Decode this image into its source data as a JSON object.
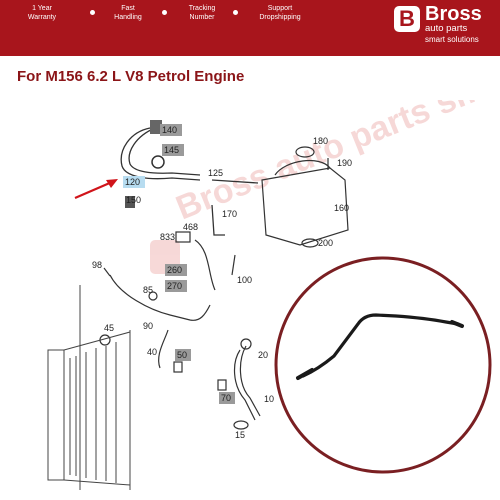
{
  "header": {
    "features": [
      {
        "line1": "1 Year",
        "line2": "Warranty"
      },
      {
        "line1": "Fast",
        "line2": "Handling"
      },
      {
        "line1": "Tracking",
        "line2": "Number"
      },
      {
        "line1": "Support",
        "line2": "Dropshipping"
      }
    ],
    "logo": {
      "letter": "B",
      "brand": "Bross",
      "sub": "auto parts",
      "tagline": "smart solutions"
    }
  },
  "title": "For M156 6.2 L V8 Petrol Engine",
  "diagram": {
    "labels": {
      "l140": "140",
      "l145": "145",
      "l120": "120",
      "l150": "150",
      "l125": "125",
      "l180": "180",
      "l190": "190",
      "l160": "160",
      "l170": "170",
      "l468": "468",
      "l833": "833",
      "l200": "200",
      "l98": "98",
      "l260": "260",
      "l270": "270",
      "l85": "85",
      "l100": "100",
      "l90": "90",
      "l45": "45",
      "l40": "40",
      "l50": "50",
      "l20": "20",
      "l70": "70",
      "l10": "10",
      "l15": "15"
    },
    "watermark": "Bross auto parts smart solutions"
  },
  "colors": {
    "brand_red": "#a8151c",
    "title_red": "#8b1518",
    "highlight_blue": "#b7dcf0",
    "ring_border": "#7a1f22"
  }
}
